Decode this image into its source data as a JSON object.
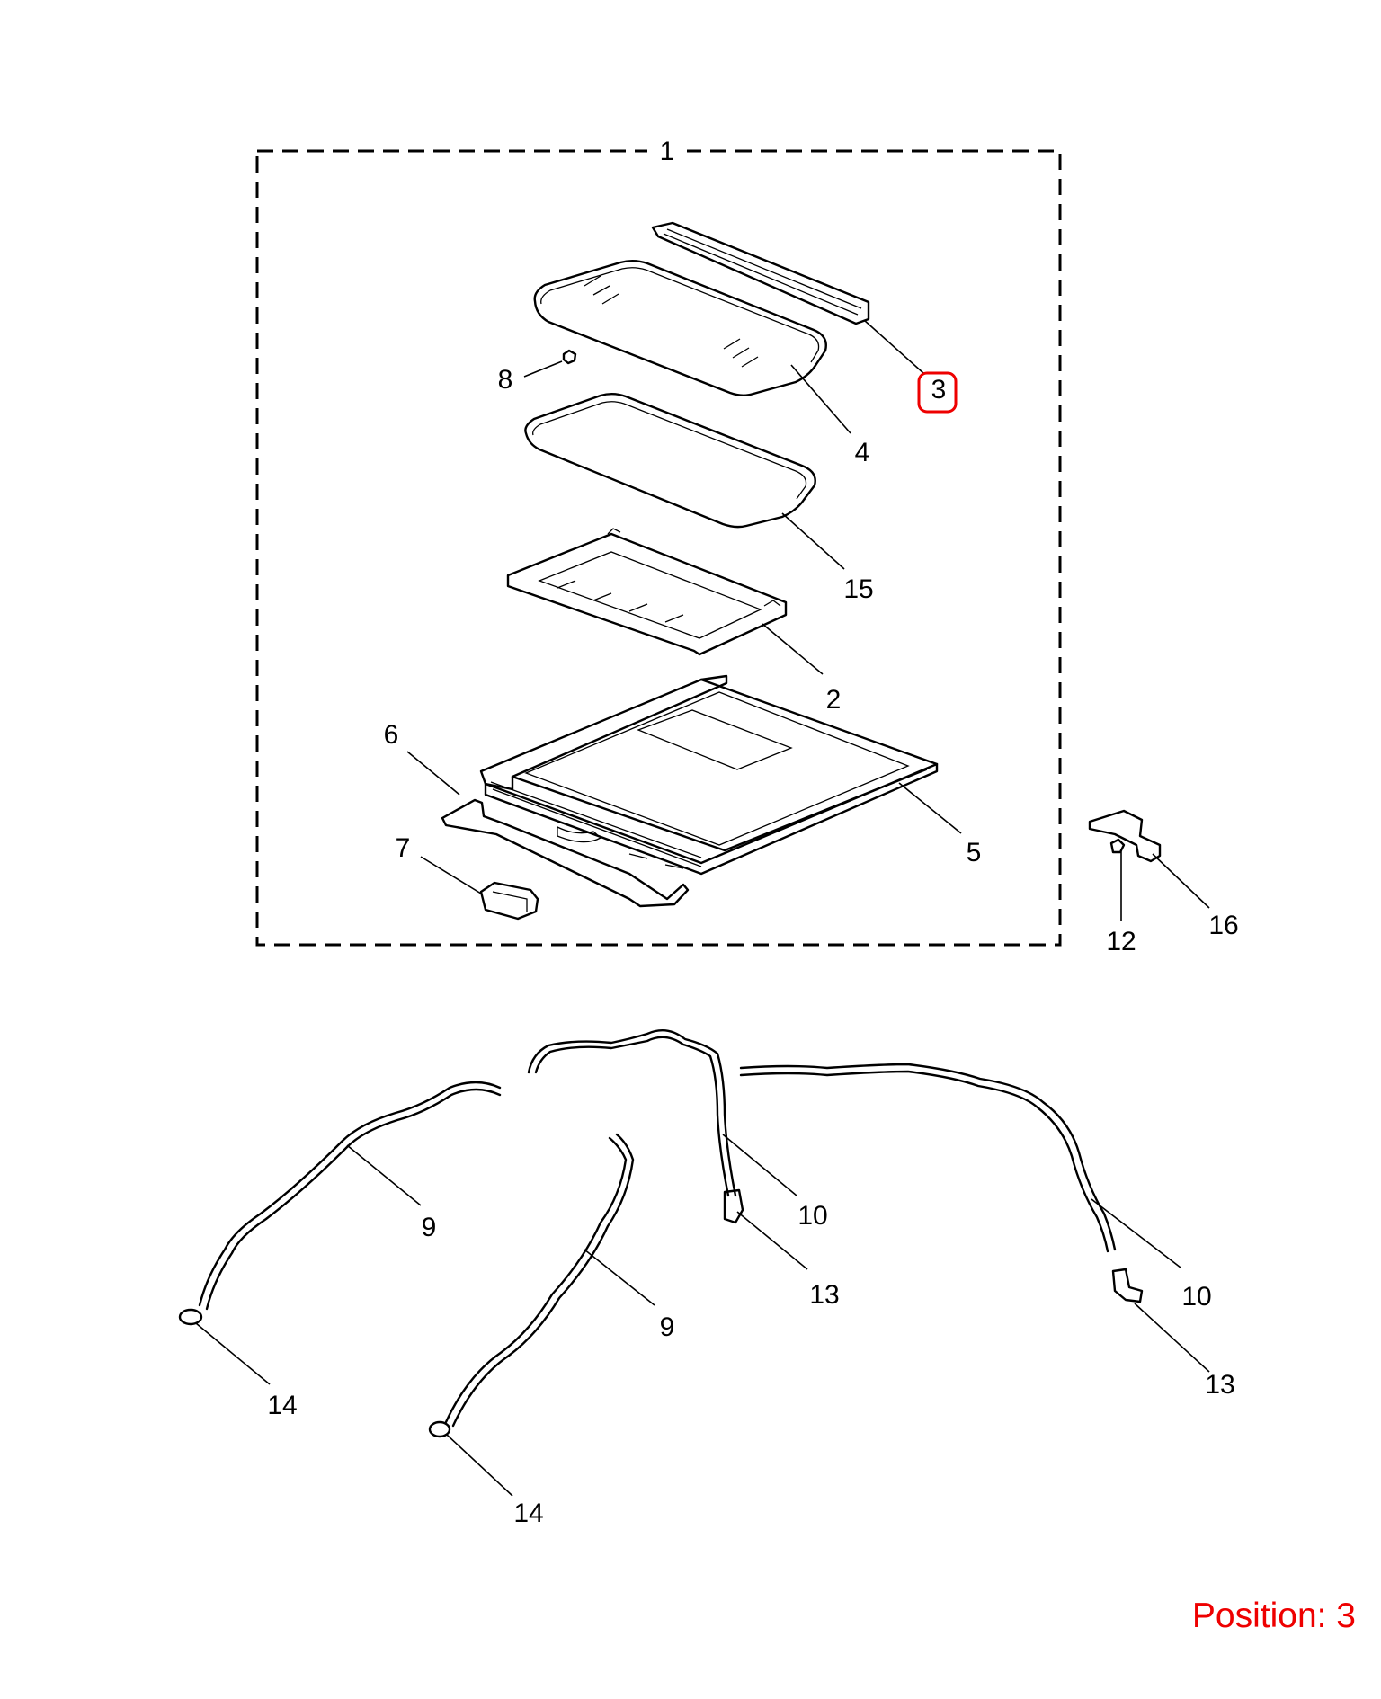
{
  "diagram": {
    "callouts": {
      "assembly": "1",
      "frame": "2",
      "deflector": "3",
      "glass_panel": "4",
      "rail_assembly": "5",
      "cable": "6",
      "motor": "7",
      "nut": "8",
      "drain_hose_front_left": "9",
      "drain_hose_front_right": "9",
      "drain_hose_rear_left": "10",
      "drain_hose_rear_right": "10",
      "fastener": "12",
      "connector_left": "13",
      "connector_right": "13",
      "grommet_left": "14",
      "grommet_right": "14",
      "seal": "15",
      "bracket": "16"
    },
    "highlighted": "3",
    "highlight_color": "#ee0000"
  },
  "position_label": "Position: 3"
}
